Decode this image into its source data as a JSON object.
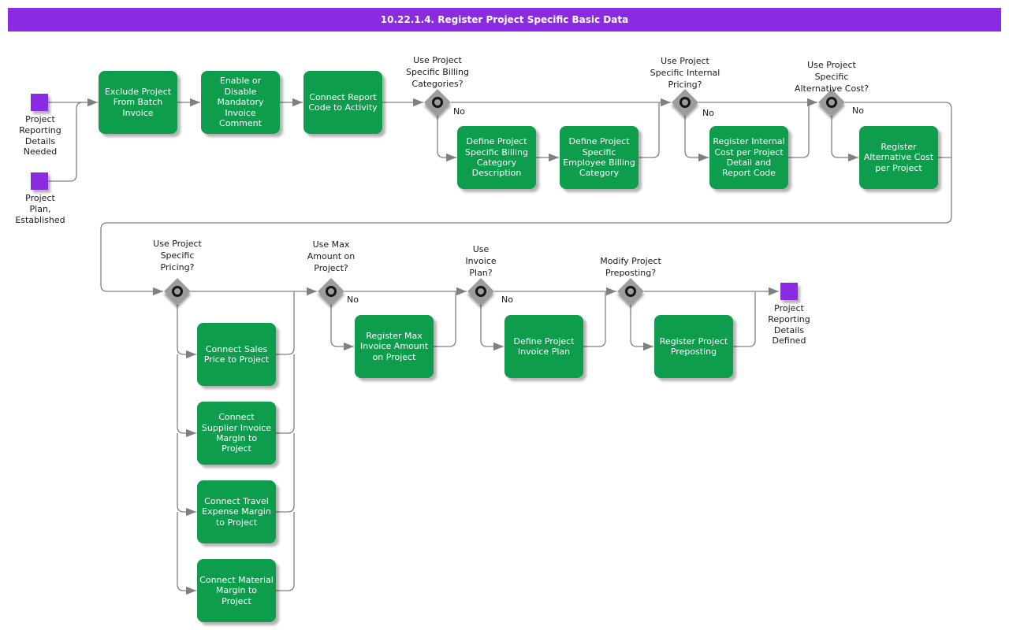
{
  "title": "10.22.1.4. Register Project Specific Basic Data",
  "colors": {
    "banner": "#8A2BE2",
    "event": "#8A2BE2",
    "task": "#0E9C4D",
    "connector": "#808080",
    "decision_fill": "#9c9c9c"
  },
  "events": {
    "e1": {
      "label": "Project\nReporting\nDetails\nNeeded"
    },
    "e2": {
      "label": "Project\nPlan,\nEstablished"
    },
    "e3": {
      "label": "Project\nReporting\nDetails\nDefined"
    }
  },
  "tasks": {
    "t1": {
      "label": "Exclude Project\nFrom Batch\nInvoice"
    },
    "t2": {
      "label": "Enable or\nDisable\nMandatory\nInvoice\nComment"
    },
    "t3": {
      "label": "Connect Report\nCode to Activity"
    },
    "t4": {
      "label": "Define Project\nSpecific Billing\nCategory\nDescription"
    },
    "t5": {
      "label": "Define Project\nSpecific\nEmployee Billing\nCategory"
    },
    "t6": {
      "label": "Register Internal\nCost per Project\nDetail and\nReport Code"
    },
    "t7": {
      "label": "Register\nAlternative Cost\nper Project"
    },
    "t8": {
      "label": "Connect Sales\nPrice to Project"
    },
    "t9": {
      "label": "Connect\nSupplier Invoice\nMargin to\nProject"
    },
    "t10": {
      "label": "Connect Travel\nExpense Margin\nto Project"
    },
    "t11": {
      "label": "Connect Material\nMargin to\nProject"
    },
    "t12": {
      "label": "Register Max\nInvoice Amount\non Project"
    },
    "t13": {
      "label": "Define Project\nInvoice Plan"
    },
    "t14": {
      "label": "Register Project\nPreposting"
    }
  },
  "decisions": {
    "d1": {
      "question": "Use Project\nSpecific Billing\nCategories?",
      "no": "No"
    },
    "d2": {
      "question": "Use Project\nSpecific Internal\nPricing?",
      "no": "No"
    },
    "d3": {
      "question": "Use Project\nSpecific\nAlternative Cost?",
      "no": "No"
    },
    "d4": {
      "question": "Use Project\nSpecific\nPricing?",
      "no": ""
    },
    "d5": {
      "question": "Use Max\nAmount on\nProject?",
      "no": "No"
    },
    "d6": {
      "question": "Use\nInvoice\nPlan?",
      "no": "No"
    },
    "d7": {
      "question": "Modify Project\nPreposting?",
      "no": ""
    }
  }
}
